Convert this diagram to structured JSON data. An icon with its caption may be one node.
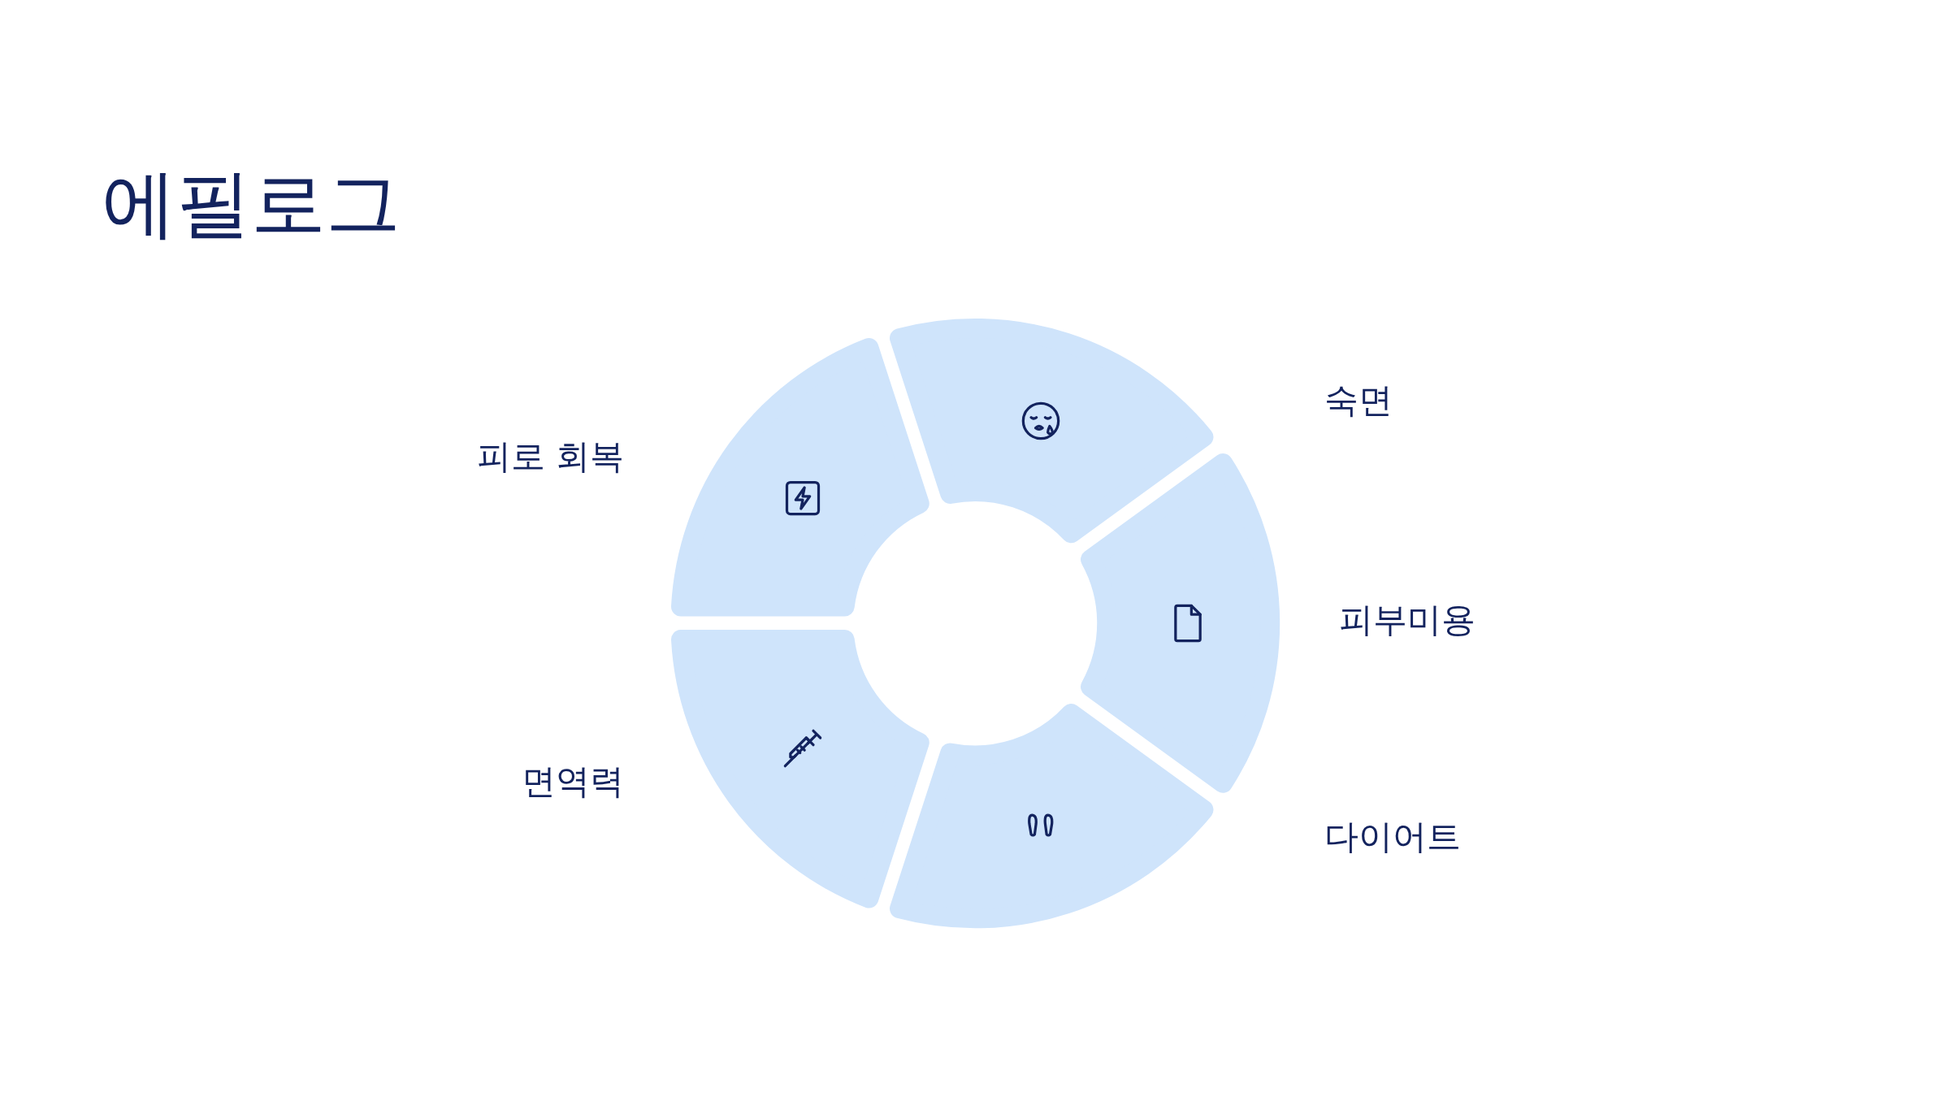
{
  "diagram": {
    "title": "에필로그",
    "nodes": [
      {
        "text": [],
        "shape": "segment"
      },
      {
        "text": [],
        "shape": "segment"
      },
      {
        "text": [],
        "shape": "segment"
      },
      {
        "text": [],
        "shape": "segment"
      },
      {
        "text": [],
        "shape": "segment"
      }
    ],
    "edges": [],
    "labels": [
      "숙면",
      "피로 회복",
      "피부미용",
      "면역력",
      "다이어트"
    ]
  }
}
